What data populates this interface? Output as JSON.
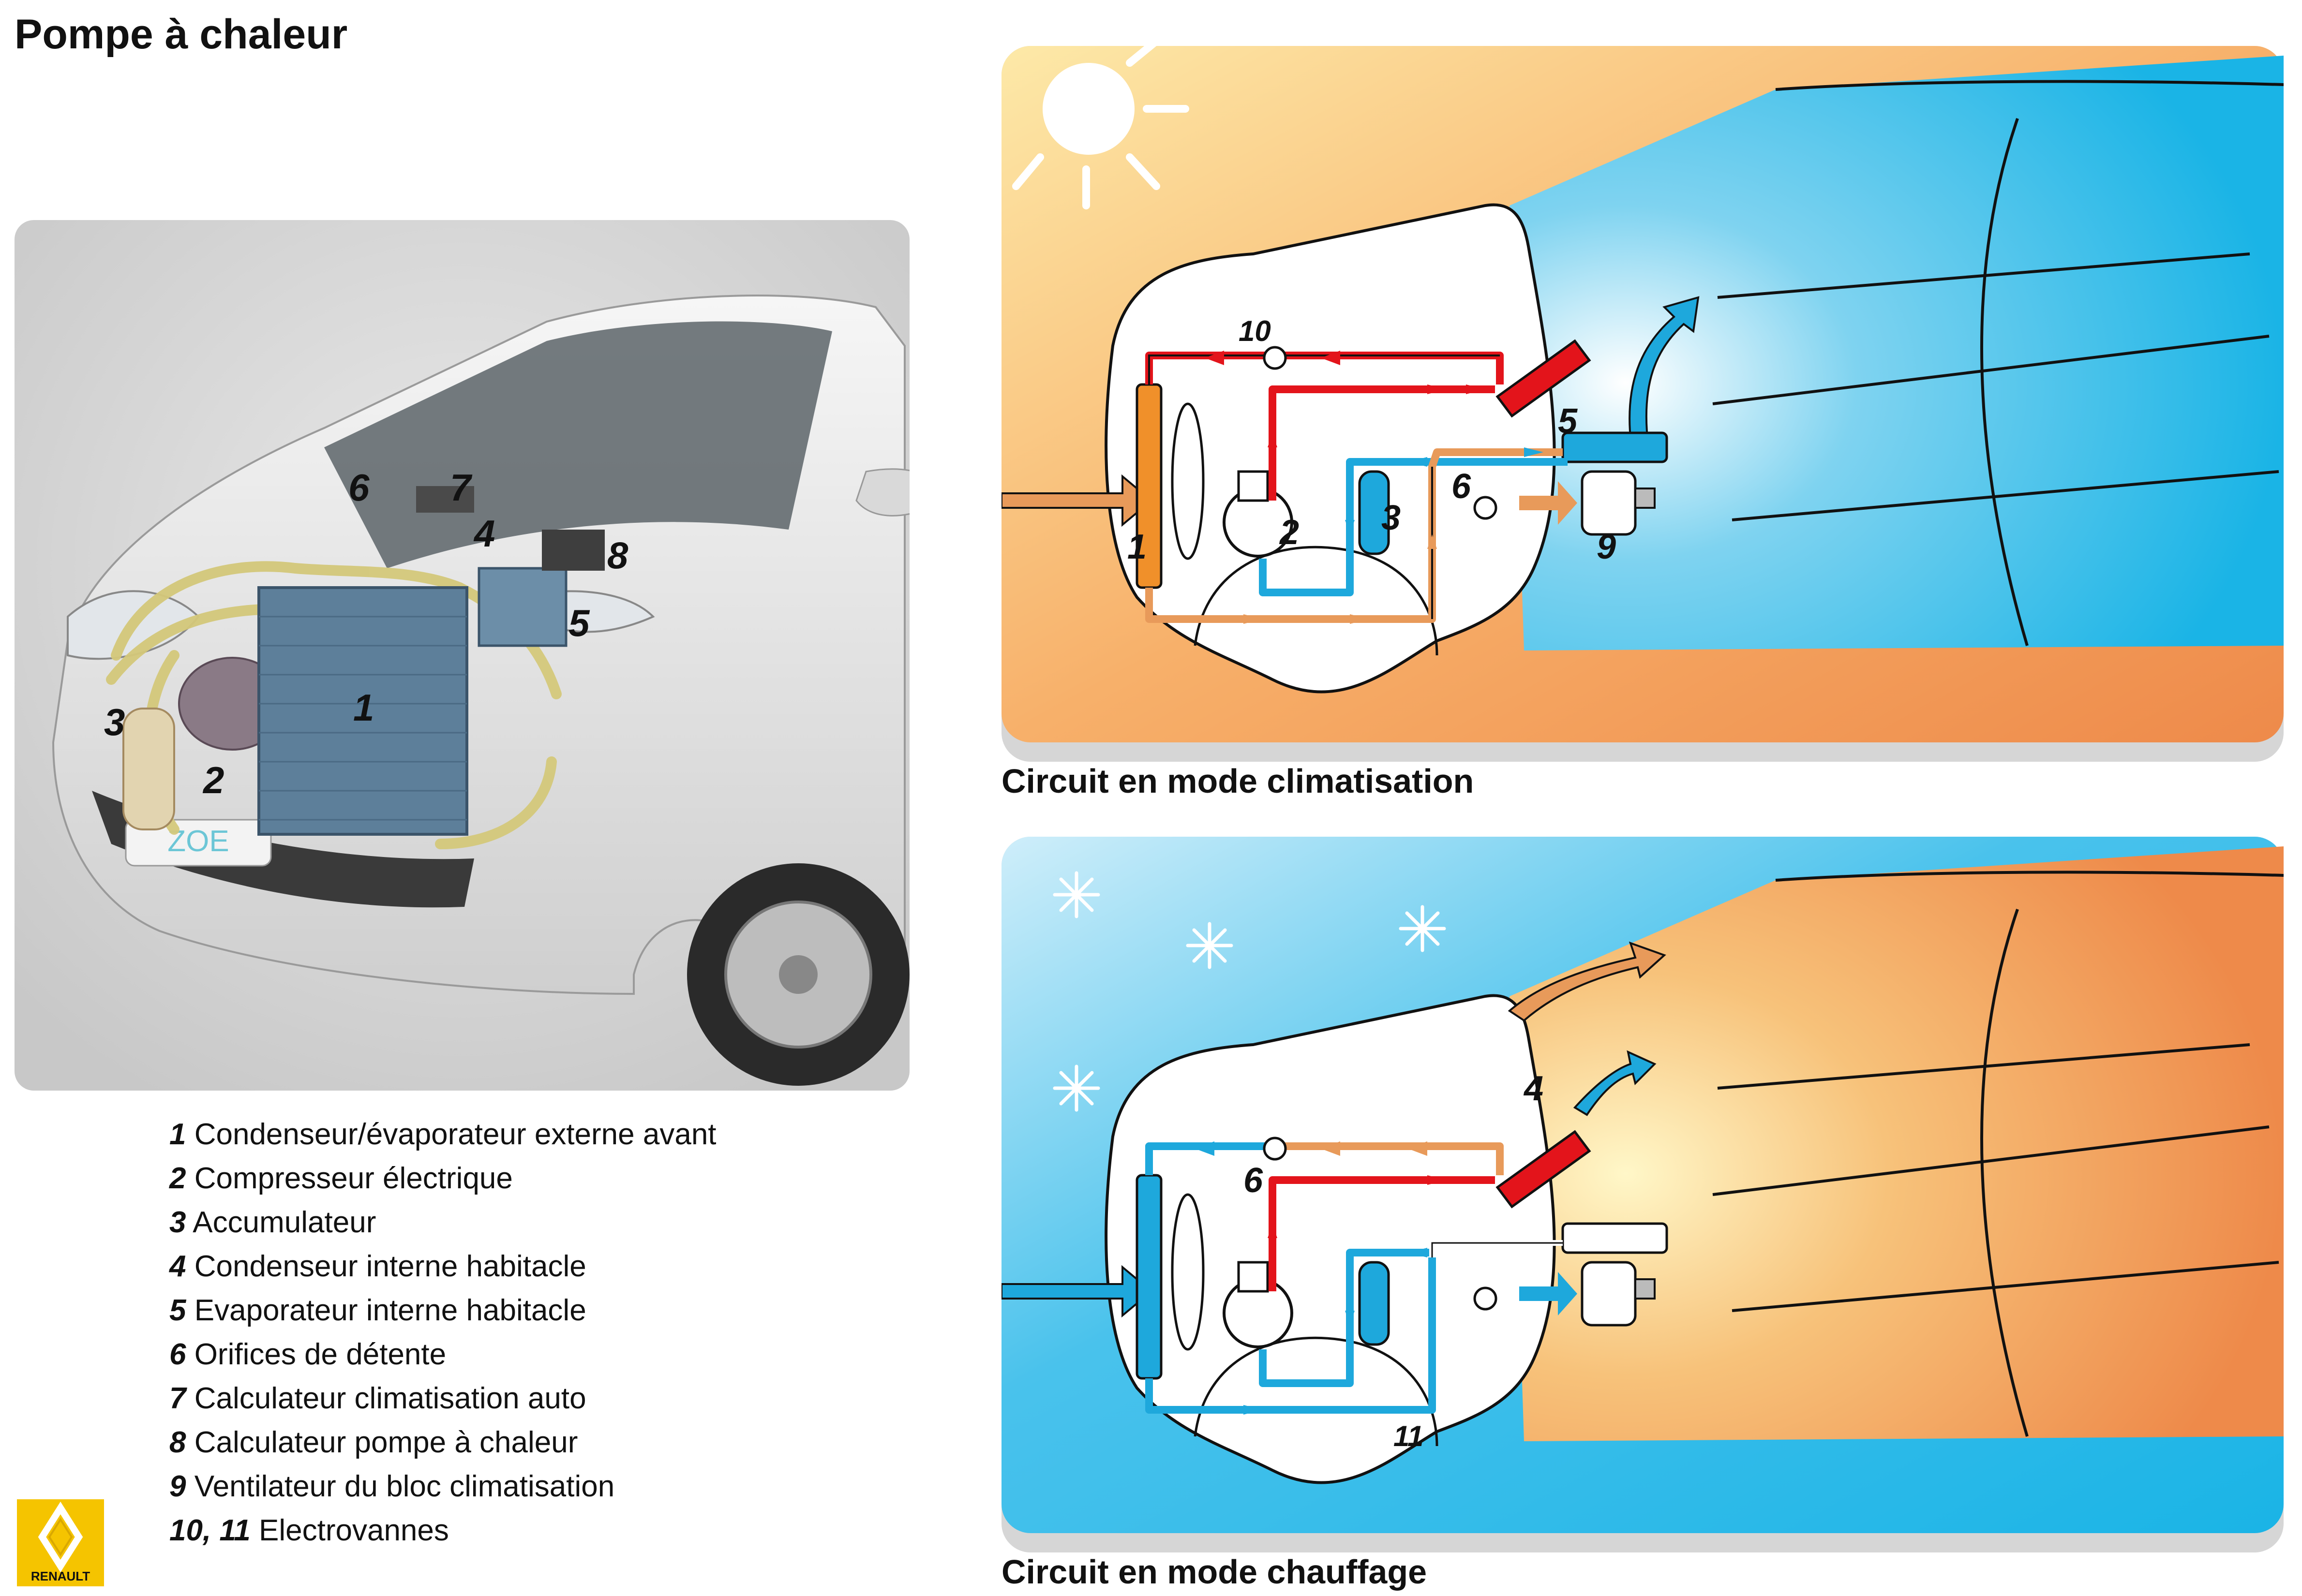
{
  "title": "Pompe à chaleur",
  "photo": {
    "callouts": [
      {
        "key": "1",
        "label": "1"
      },
      {
        "key": "2",
        "label": "2"
      },
      {
        "key": "3",
        "label": "3"
      },
      {
        "key": "4",
        "label": "4"
      },
      {
        "key": "5",
        "label": "5"
      },
      {
        "key": "6",
        "label": "6"
      },
      {
        "key": "7",
        "label": "7"
      },
      {
        "key": "8",
        "label": "8"
      }
    ],
    "badge_text": "ZOE"
  },
  "legend": [
    {
      "num": "1",
      "text": " Condenseur/évaporateur externe avant"
    },
    {
      "num": "2",
      "text": " Compresseur électrique"
    },
    {
      "num": "3",
      "text": " Accumulateur"
    },
    {
      "num": "4",
      "text": " Condenseur interne habitacle"
    },
    {
      "num": "5",
      "text": " Evaporateur interne habitacle"
    },
    {
      "num": "6",
      "text": " Orifices de détente"
    },
    {
      "num": "7",
      "text": " Calculateur climatisation auto"
    },
    {
      "num": "8",
      "text": " Calculateur pompe à chaleur"
    },
    {
      "num": "9",
      "text": " Ventilateur du bloc climatisation"
    },
    {
      "num": "10, 11",
      "text": " Electrovannes"
    }
  ],
  "logo": {
    "text": "RENAULT"
  },
  "cooling": {
    "caption": "Circuit en mode climatisation",
    "labels": {
      "n1": "1",
      "n2": "2",
      "n3": "3",
      "n5": "5",
      "n6": "6",
      "n9": "9",
      "n10": "10"
    }
  },
  "heating": {
    "caption": "Circuit en mode chauffage",
    "labels": {
      "n4": "4",
      "n6": "6",
      "n11": "11"
    }
  },
  "colors": {
    "hot": "#e3141b",
    "cold": "#1ea8dc",
    "warm": "#e89a5a",
    "sky_blue": "#1ab4e6",
    "orange": "#ee8a4a"
  }
}
